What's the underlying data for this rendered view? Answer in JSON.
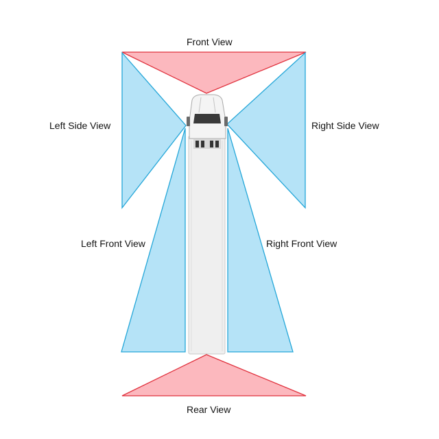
{
  "labels": {
    "front": "Front View",
    "left_side": "Left Side View",
    "right_side": "Right Side View",
    "left_front": "Left Front View",
    "right_front": "Right Front View",
    "rear": "Rear View"
  },
  "colors": {
    "front_rear_fill": "#fcb8be",
    "front_rear_stroke": "#e0303c",
    "side_fill": "#b5e3f7",
    "side_stroke": "#23a6d8",
    "truck_body": "#eeeeee",
    "truck_outline": "#c8c8c8"
  },
  "icons": {
    "vehicle": "semi-truck-top-view-icon"
  }
}
